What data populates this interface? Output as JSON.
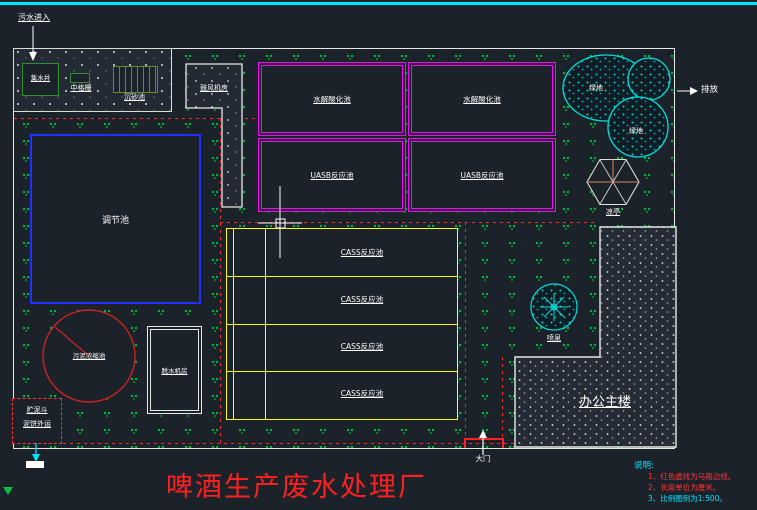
{
  "drawing_title": "啤酒生产废水处理厂",
  "annotations": {
    "inflow": "污水进入",
    "outflow": "排放",
    "gate": "大门",
    "sludge_box_line1": "贮泥斗",
    "sludge_box_line2": "泥饼外运"
  },
  "facilities": {
    "collect_well": "集水井",
    "bar_screen": "中格栅",
    "grit_chamber": "沉砂池",
    "blower_room": "鼓风机房",
    "equalization_tank": "调节池",
    "hydrolysis_tank": "水解酸化池",
    "uasb_tank": "UASB反应池",
    "cass_tank": "CASS反应池",
    "sludge_thickener": "污泥浓缩池",
    "dewatering_room": "脱水机房",
    "office_building": "办公主楼",
    "lawn": "绿地",
    "pavilion": "凉亭",
    "fountain": "喷泉"
  },
  "notes": {
    "heading": "说明:",
    "items": [
      "1、红色虚线为马路边线。",
      "2、长度单位为厘米。",
      "3、比例图例为1:500。"
    ]
  },
  "colors": {
    "background": "#1c222a",
    "boundary_white": "#e8e8e8",
    "anaerobic_tank_magenta": "#ff00ff",
    "cass_tank_yellow": "#ffff00",
    "equalization_tank_blue": "#2230ff",
    "road_red_dashed": "#ff2a2a",
    "grass_green": "#00b33c",
    "water_feature_cyan": "#00e0e0",
    "sludge_circle_red": "#cc2222",
    "title_red": "#ff2020",
    "note_red": "#ff3434",
    "note_cyan": "#00e5ff",
    "top_bar_cyan": "#00e5ff"
  }
}
